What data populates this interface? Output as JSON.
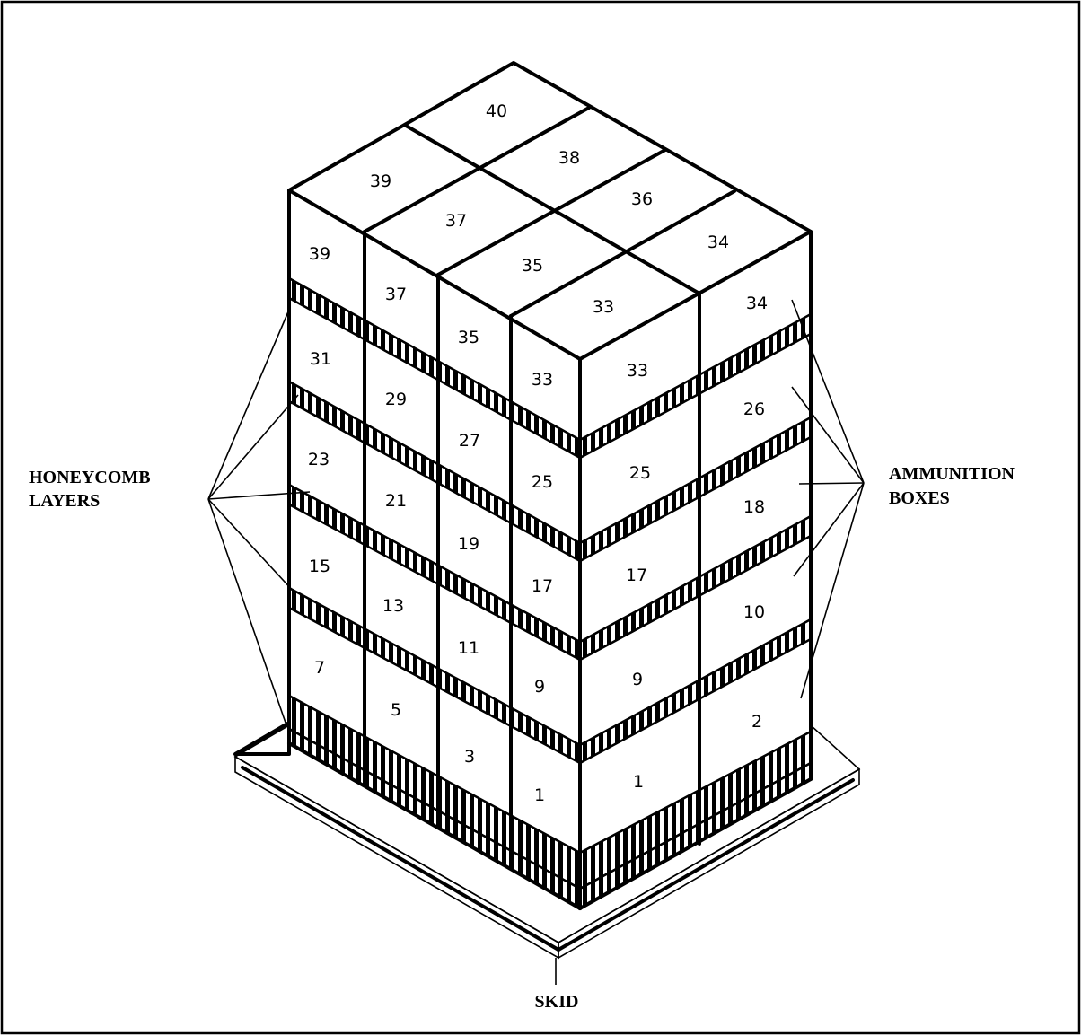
{
  "figure": {
    "callouts": {
      "honeycomb_line1": "HONEYCOMB",
      "honeycomb_line2": "LAYERS",
      "ammo_line1": "AMMUNITION",
      "ammo_line2": "BOXES",
      "skid": "SKID"
    },
    "top_box_numbers": [
      "40",
      "39",
      "38",
      "37",
      "36",
      "35",
      "34",
      "33"
    ],
    "left_face_columns": [
      [
        "39",
        "31",
        "23",
        "15",
        "7"
      ],
      [
        "37",
        "29",
        "21",
        "13",
        "5"
      ],
      [
        "35",
        "27",
        "19",
        "11",
        "3"
      ],
      [
        "33",
        "25",
        "17",
        "9",
        "1"
      ]
    ],
    "right_face_columns": [
      [
        "33",
        "25",
        "17",
        "9",
        "1"
      ],
      [
        "34",
        "26",
        "18",
        "10",
        "2"
      ]
    ]
  }
}
